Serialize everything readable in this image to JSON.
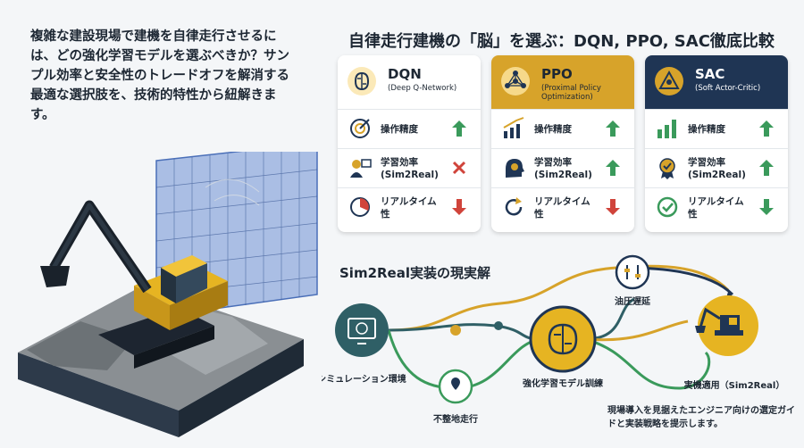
{
  "intro_text": "複雑な建設現場で建機を自律走行させるには、どの強化学習モデルを選ぶべきか？サンプル効率と安全性のトレードオフを解消する最適な選択肢を、技術的特性から紐解きます。",
  "title": "自律走行建機の「脳」を選ぶ：DQN, PPO, SAC徹底比較",
  "cards": [
    {
      "name": "DQN",
      "subtitle": "(Deep Q-Network)",
      "head_color": "#ffffff",
      "rows": [
        {
          "label": "操作精度",
          "mark": "up"
        },
        {
          "label": "学習効率\n(Sim2Real)",
          "mark": "cross"
        },
        {
          "label": "リアルタイム\n性",
          "mark": "down"
        }
      ]
    },
    {
      "name": "PPO",
      "subtitle": "(Proximal Policy Optimization)",
      "head_color": "#d7a32a",
      "rows": [
        {
          "label": "操作精度",
          "mark": "up"
        },
        {
          "label": "学習効率\n(Sim2Real)",
          "mark": "up"
        },
        {
          "label": "リアルタイム\n性",
          "mark": "down"
        }
      ]
    },
    {
      "name": "SAC",
      "subtitle": "(Soft Actor-Critic)",
      "head_color": "#1f3554",
      "rows": [
        {
          "label": "操作精度",
          "mark": "up"
        },
        {
          "label": "学習効率\n(Sim2Real)",
          "mark": "up"
        },
        {
          "label": "リアルタイム\n性",
          "mark": "down"
        }
      ]
    }
  ],
  "flow": {
    "title": "Sim2Real実装の現実解",
    "nodes": {
      "simulation": "シミュレーション環境",
      "rough_terrain": "不整地走行",
      "rl_training": "強化学習モデル訓練",
      "hydraulic_delay": "油圧遅延",
      "deployment": "実機適用（Sim2Real）"
    }
  },
  "footer_text": "現場導入を見据えたエンジニア向けの選定ガイドと実装戦略を提示します。",
  "colors": {
    "navy": "#1f3554",
    "gold": "#d7a32a",
    "green": "#3a9a5b",
    "red": "#d0443b",
    "teal": "#2f5f66"
  }
}
